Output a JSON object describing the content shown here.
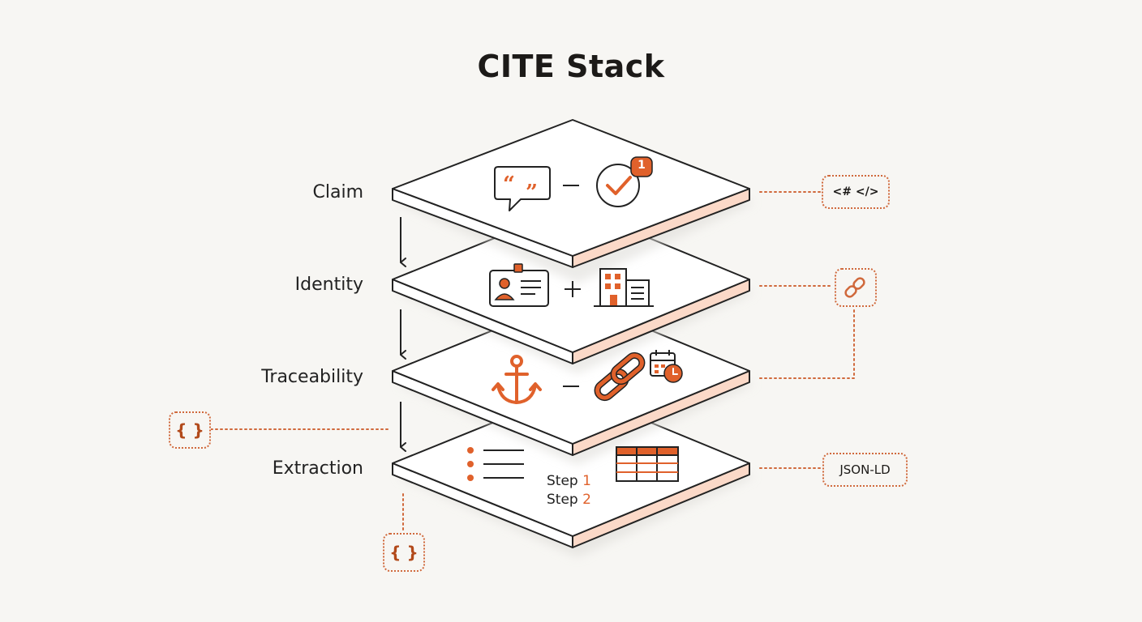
{
  "title": "CITE Stack",
  "colors": {
    "accent": "#e0612b",
    "accent_dark": "#b24a1b",
    "edge": "#fbd9c8",
    "ink": "#1c1a18",
    "background": "#f7f6f3"
  },
  "layers": [
    {
      "label": "Claim",
      "icons": [
        "speech-quote-icon",
        "check-badge-icon"
      ],
      "connector": "−"
    },
    {
      "label": "Identity",
      "icons": [
        "id-card-icon",
        "building-icon"
      ],
      "connector": "+"
    },
    {
      "label": "Traceability",
      "icons": [
        "anchor-icon",
        "chain-link-icon",
        "calendar-clock-icon"
      ],
      "connector": "−"
    },
    {
      "label": "Extraction",
      "icons": [
        "bullet-list-icon",
        "table-icon"
      ]
    }
  ],
  "badge_count": "1",
  "steps": [
    {
      "word": "Step",
      "num": "1"
    },
    {
      "word": "Step",
      "num": "2"
    }
  ],
  "tags": {
    "code": "<# </>",
    "json": "JSON-LD",
    "brace_left": "{ }",
    "brace_bottom": "{ }"
  }
}
